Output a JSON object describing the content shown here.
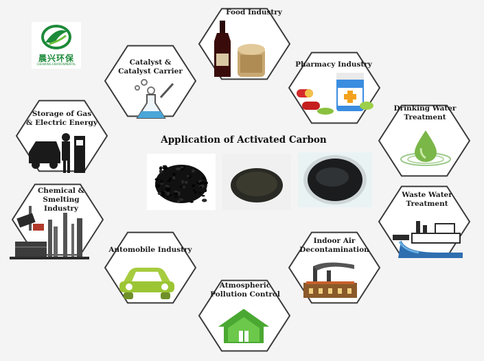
{
  "title": "Application of Activated Carbon",
  "logo": {
    "cn": "晨兴环保",
    "en": "CHENXING ENVIRONMENTAL"
  },
  "applications": [
    {
      "id": "food",
      "lines": [
        "Food Industry"
      ]
    },
    {
      "id": "catalyst",
      "lines": [
        "Catalyst  &",
        "Catalyst Carrier"
      ]
    },
    {
      "id": "pharmacy",
      "lines": [
        "Pharmacy Industry"
      ]
    },
    {
      "id": "gas",
      "lines": [
        "Storage of Gas",
        "& Electric Energy"
      ]
    },
    {
      "id": "drinking",
      "lines": [
        "Drinking Water",
        "Treatment"
      ]
    },
    {
      "id": "chemical",
      "lines": [
        "Chemical &",
        "Smelting",
        "Industry"
      ]
    },
    {
      "id": "waste",
      "lines": [
        "Waste Water",
        "Treatment"
      ]
    },
    {
      "id": "automobile",
      "lines": [
        "Automobile Industry"
      ]
    },
    {
      "id": "indoor",
      "lines": [
        "Indoor Air",
        "Decontamination"
      ]
    },
    {
      "id": "atmospheric",
      "lines": [
        "Atmospheric",
        "Pollution  Control"
      ]
    }
  ],
  "colors": {
    "hex_border": "#3a3a3a",
    "hex_fill": "#ffffff",
    "accent_green": "#5aa83a"
  }
}
